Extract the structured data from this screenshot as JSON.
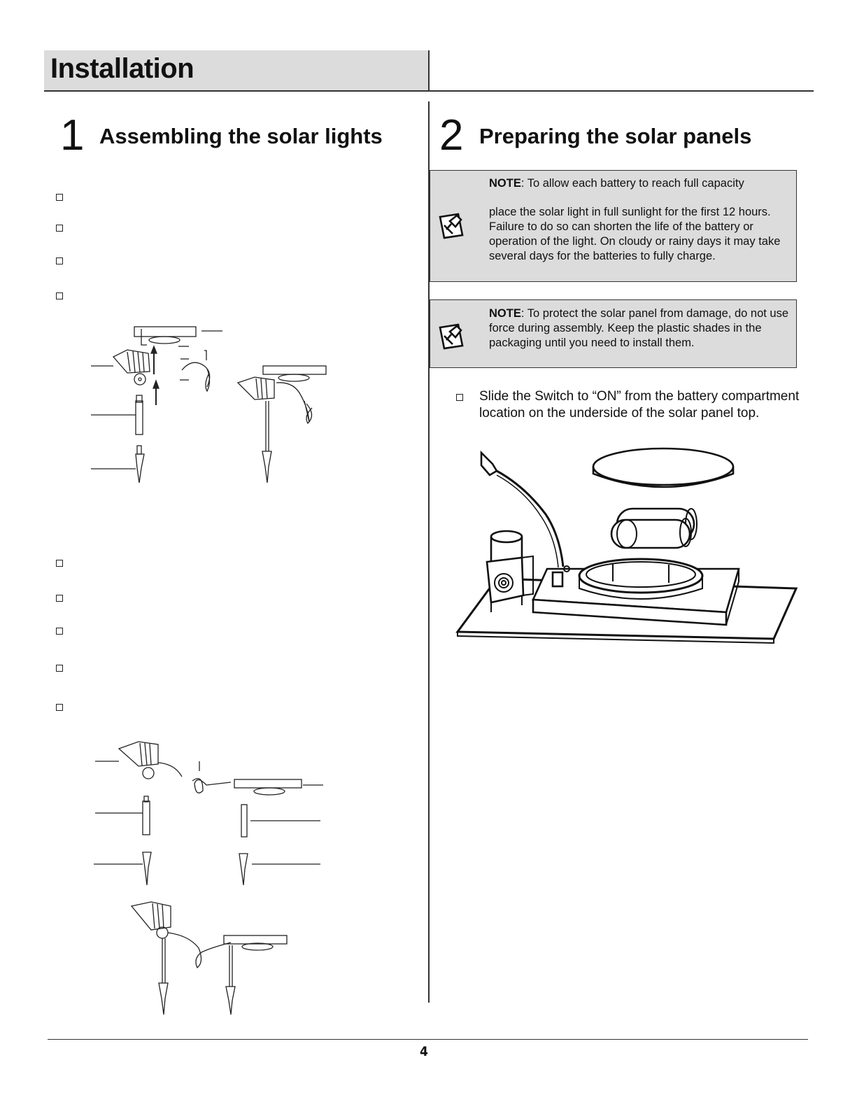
{
  "header": {
    "title": "Installation"
  },
  "step1": {
    "number": "1",
    "title": "Assembling the solar lights"
  },
  "step2": {
    "number": "2",
    "title": "Preparing the solar panels",
    "note1": {
      "label": "NOTE",
      "first_line": ": To allow each battery to reach full capacity",
      "body": "place the solar light in full sunlight for the first 12 hours. Failure to do so can shorten the life of the battery or operation of the light. On cloudy or rainy days it may take several days for the batteries to fully charge."
    },
    "note2": {
      "label": "NOTE",
      "body": ": To protect the solar panel from damage, do not use force during assembly. Keep the plastic shades in the packaging until you need to install them."
    },
    "instruction": "Slide the Switch to “ON” from the battery compartment location on the underside of the solar panel top."
  },
  "icons": {
    "note_icon": "pushpin-note-icon"
  },
  "footer": {
    "page_number": "4"
  }
}
